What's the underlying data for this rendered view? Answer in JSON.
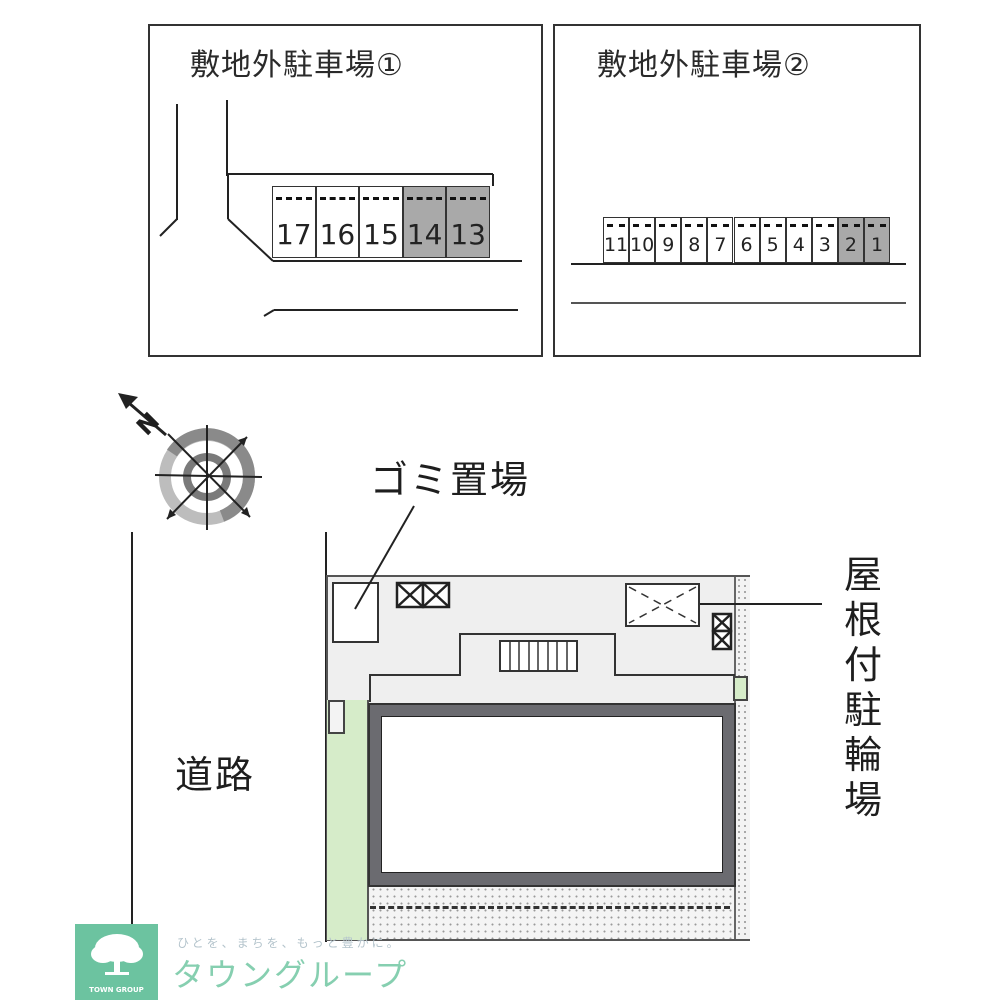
{
  "parking_lot_1": {
    "title": "敷地外駐車場①",
    "stalls": [
      {
        "number": "17",
        "occupied": false
      },
      {
        "number": "16",
        "occupied": false
      },
      {
        "number": "15",
        "occupied": false
      },
      {
        "number": "14",
        "occupied": true
      },
      {
        "number": "13",
        "occupied": true
      }
    ]
  },
  "parking_lot_2": {
    "title": "敷地外駐車場②",
    "stalls": [
      {
        "number": "11",
        "occupied": false
      },
      {
        "number": "10",
        "occupied": false
      },
      {
        "number": "9",
        "occupied": false
      },
      {
        "number": "8",
        "occupied": false
      },
      {
        "number": "7",
        "occupied": false
      },
      {
        "number": "6",
        "occupied": false
      },
      {
        "number": "5",
        "occupied": false
      },
      {
        "number": "4",
        "occupied": false
      },
      {
        "number": "3",
        "occupied": false
      },
      {
        "number": "2",
        "occupied": true
      },
      {
        "number": "1",
        "occupied": true
      }
    ]
  },
  "compass": {
    "north_label": "N",
    "icon": "compass-rose-icon"
  },
  "site": {
    "garbage_label": "ゴミ置場",
    "bicycle_label": "屋根付駐輪場",
    "road_label": "道路"
  },
  "logo": {
    "tagline": "ひとを、まちを、もっと豊かに。",
    "name": "タウングループ",
    "badge_text": "TOWN GROUP",
    "brand_color": "#6cc3a0"
  },
  "colors": {
    "occupied_stall": "#a9a9a9",
    "common_area": "#efefef",
    "green_strip": "#d6ecc9",
    "building_wall": "#6b6b70"
  }
}
